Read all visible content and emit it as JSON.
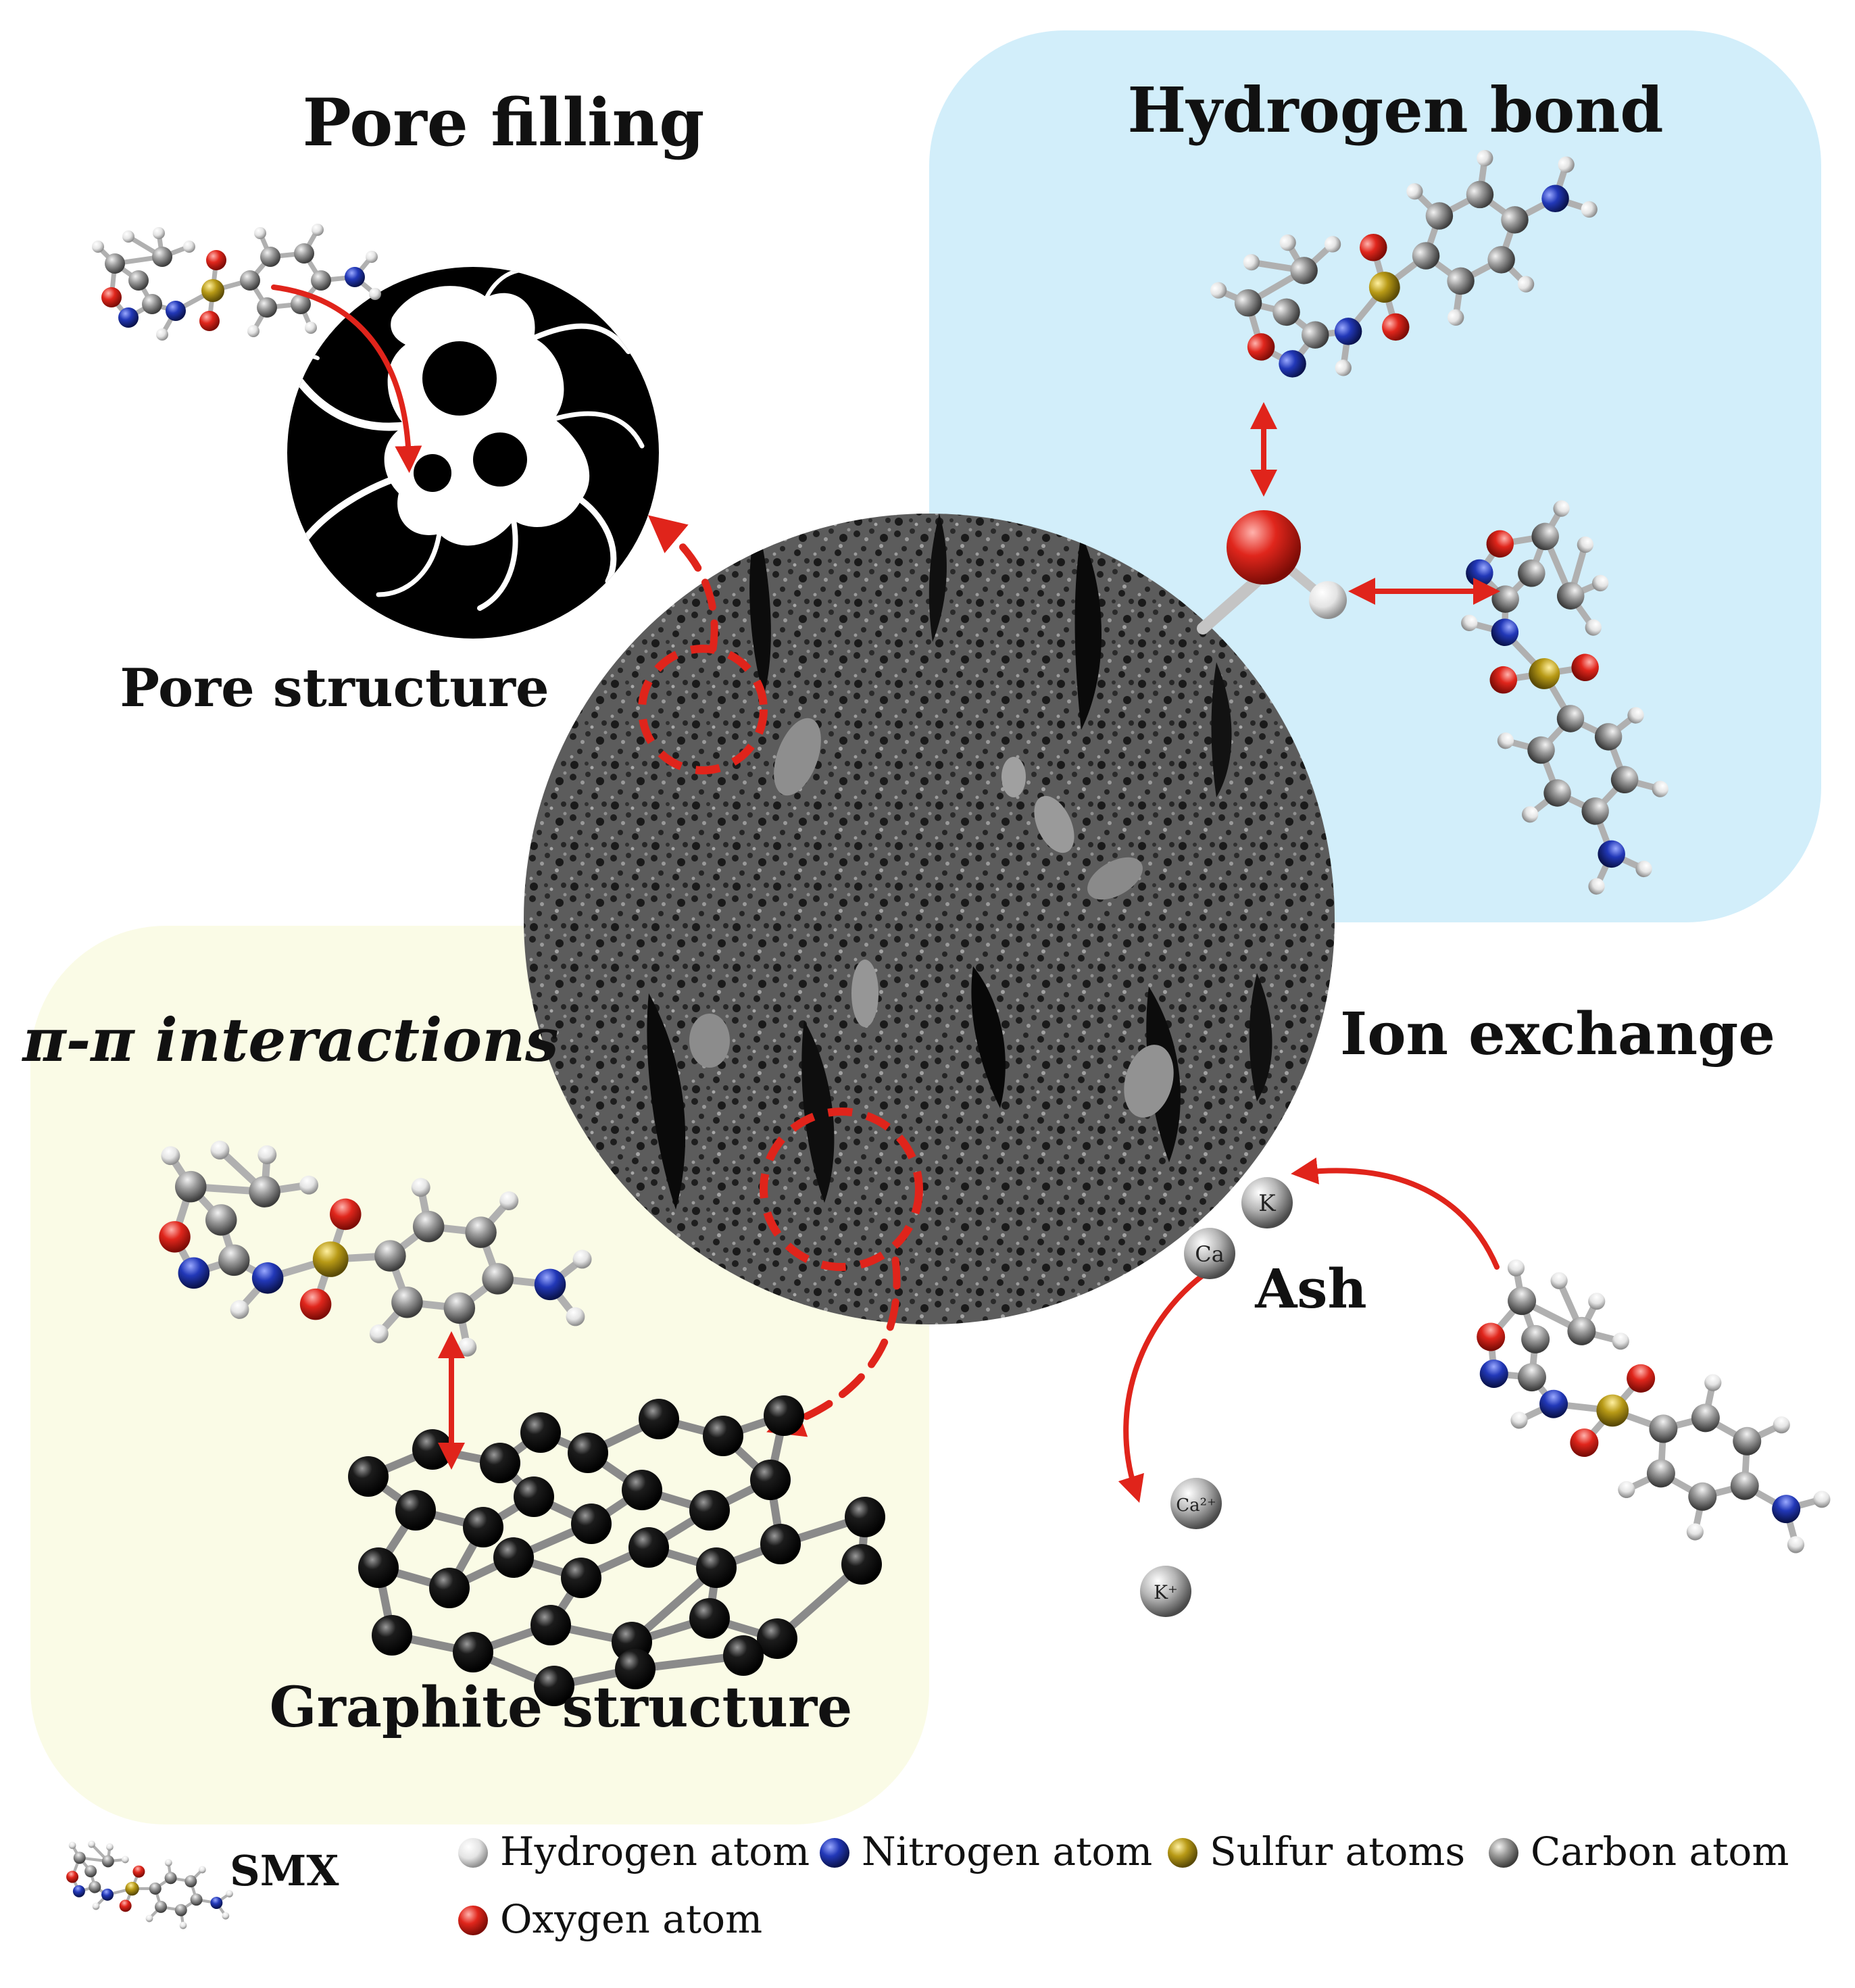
{
  "labels": {
    "pore_filling": "Pore filling",
    "pore_structure": "Pore structure",
    "hydrogen_bond": "Hydrogen bond",
    "pi_pi": "π-π interactions",
    "ion_exchange": "Ion exchange",
    "graphite_structure": "Graphite structure",
    "ash": "Ash"
  },
  "ions": {
    "k": "K",
    "ca": "Ca",
    "ca2": "Ca²⁺",
    "k_plus": "K⁺"
  },
  "legend": {
    "smx": "SMX",
    "items": [
      {
        "label": "Hydrogen atom",
        "color": "#d9d9d9"
      },
      {
        "label": "Nitrogen atom",
        "color": "#1b2a8c"
      },
      {
        "label": "Sulfur atoms",
        "color": "#9a8410"
      },
      {
        "label": "Carbon atom",
        "color": "#6d6d6d"
      },
      {
        "label": "Oxygen atom",
        "color": "#d42a1e"
      }
    ]
  },
  "colors": {
    "hydrogen_bg": "#d2eefa",
    "pi_bg": "#fafbe6",
    "arrow": "#e0241b",
    "oxygen": "#d42a1e",
    "nitrogen": "#1b2a8c",
    "sulfur": "#9a8410",
    "carbon": "#7a7a7a",
    "hydrogen": "#e6e6e6"
  }
}
